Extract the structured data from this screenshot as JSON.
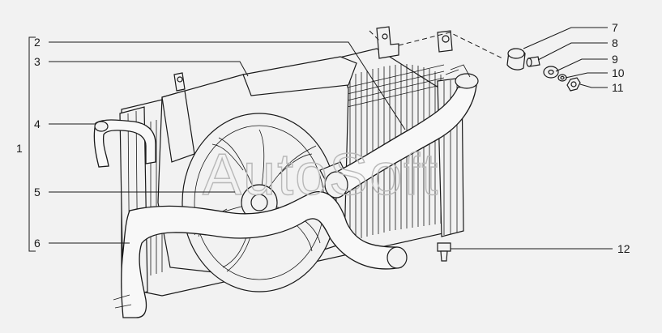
{
  "watermark": "AutoSoft",
  "callouts": {
    "c1": "1",
    "c2": "2",
    "c3": "3",
    "c4": "4",
    "c5": "5",
    "c6": "6",
    "c7": "7",
    "c8": "8",
    "c9": "9",
    "c10": "10",
    "c11": "11",
    "c12": "12"
  }
}
